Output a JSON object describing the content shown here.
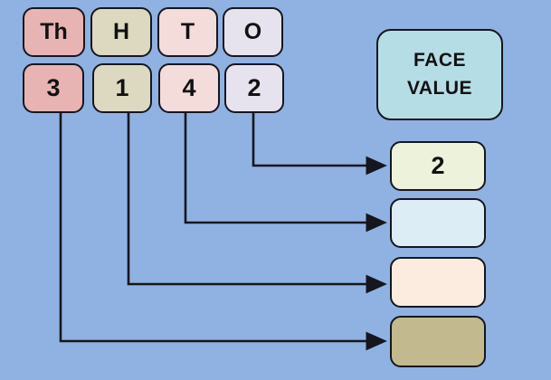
{
  "background_color": "#8fb2e2",
  "line_color": "#16161e",
  "columns": [
    {
      "id": "thousands",
      "header": "Th",
      "digit": "3",
      "color": "#e8b3b3"
    },
    {
      "id": "hundreds",
      "header": "H",
      "digit": "1",
      "color": "#ddd9c0"
    },
    {
      "id": "tens",
      "header": "T",
      "digit": "4",
      "color": "#f4dcdb"
    },
    {
      "id": "ones",
      "header": "O",
      "digit": "2",
      "color": "#e6e3ee"
    }
  ],
  "face_value": {
    "line1": "FACE",
    "line2": "VALUE",
    "color": "#b5dde6"
  },
  "answers": [
    {
      "value": "2",
      "color": "#edf2db"
    },
    {
      "value": "",
      "color": "#dcedf5"
    },
    {
      "value": "",
      "color": "#fcecdf"
    },
    {
      "value": "",
      "color": "#c2ba8e"
    }
  ]
}
